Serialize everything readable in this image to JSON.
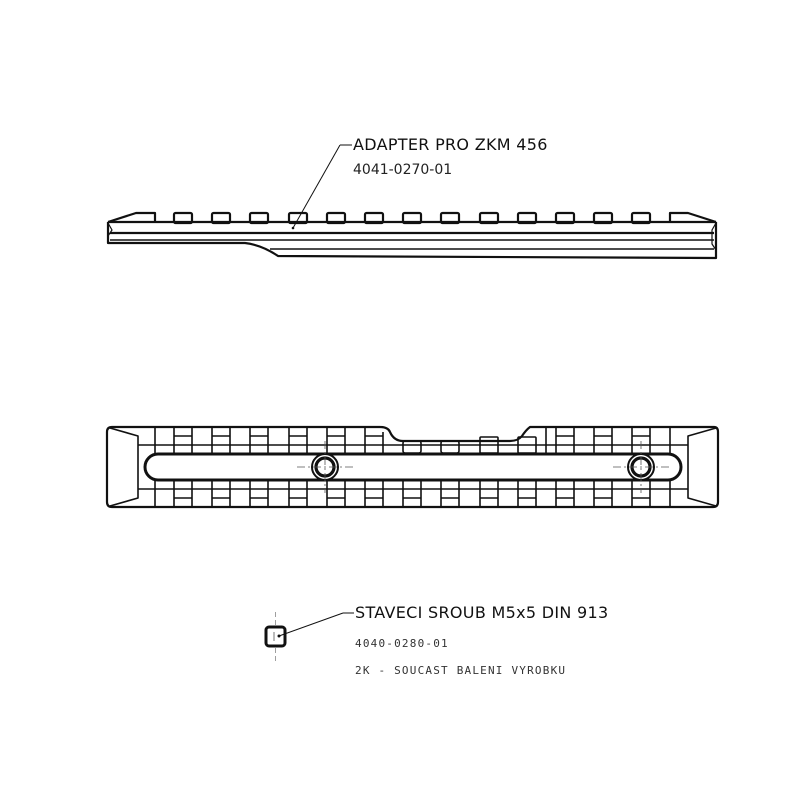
{
  "drawing": {
    "parts": [
      {
        "id": "adapter",
        "title": "ADAPTER PRO ZKM 456",
        "part_number": "4041-0270-01"
      },
      {
        "id": "screw",
        "title": "STAVECI SROUB M5x5 DIN 913",
        "part_number": "4040-0280-01",
        "note": "2K - SOUCAST BALENI VYROBKU"
      }
    ],
    "views": [
      "side-view-adapter",
      "top-view-adapter",
      "screw-detail"
    ],
    "colors": {
      "line": "#111111",
      "background": "#ffffff",
      "centerline": "#555555"
    }
  }
}
